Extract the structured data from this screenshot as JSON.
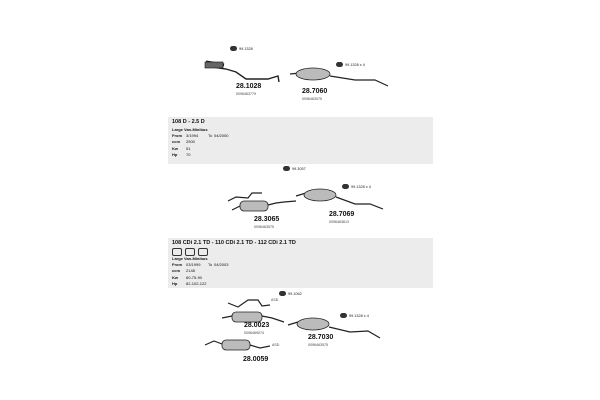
{
  "top": {
    "ref1": "99.1328",
    "ref2": "99.1328 x 4",
    "part_a": {
      "number": "28.1028",
      "code": "0096463779"
    },
    "part_b": {
      "number": "28.7060",
      "code": "0096463075"
    }
  },
  "band1": {
    "title": "108 D - 2.5 D",
    "model": "Large Van-Minibus",
    "rows": [
      {
        "k": "From",
        "v": "3/1994",
        "k2": "To",
        "v2": "04/2000"
      },
      {
        "k": "ccm",
        "v": "2500",
        "k2": "",
        "v2": ""
      },
      {
        "k": "Kw",
        "v": "51",
        "k2": "",
        "v2": ""
      },
      {
        "k": "Hp",
        "v": "70",
        "k2": "",
        "v2": ""
      }
    ]
  },
  "mid": {
    "ref1": "99.3057",
    "ref2": "99.1328 x 4",
    "part_a": {
      "number": "28.3065",
      "code": "0096463575"
    },
    "part_b": {
      "number": "28.7069",
      "code": "0096463613"
    }
  },
  "band2": {
    "title": "108 CDi 2.1 TD - 110 CDi 2.1 TD - 112 CDi 2.1 TD",
    "model": "Large Van-Minibus",
    "rows": [
      {
        "k": "From",
        "v": "03/1999",
        "k2": "To",
        "v2": "04/2003"
      },
      {
        "k": "ccm",
        "v": "2148",
        "k2": "",
        "v2": ""
      },
      {
        "k": "Kw",
        "v": "60-75-90",
        "k2": "",
        "v2": ""
      },
      {
        "k": "Hp",
        "v": "82-102-122",
        "k2": "",
        "v2": ""
      }
    ]
  },
  "bottom": {
    "ref1": "99.1062",
    "ref2": "99.1328 x 4",
    "label1": "ASD",
    "label2": "ASD",
    "part_a": {
      "number": "28.0023",
      "code": "0096469074"
    },
    "part_b": {
      "number": "28.7030",
      "code": "0096463575"
    },
    "part_c": {
      "number": "28.0059",
      "code": ""
    }
  }
}
